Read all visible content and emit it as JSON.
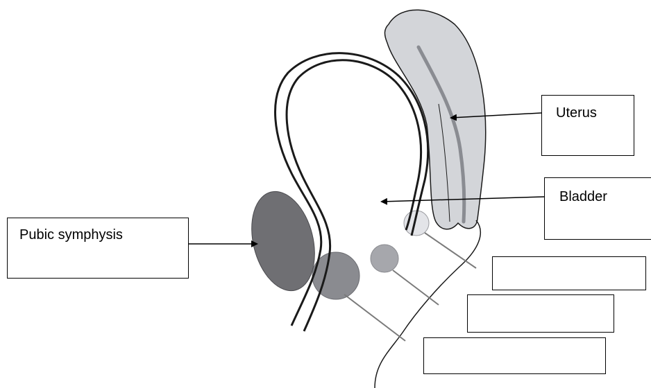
{
  "labels": {
    "uterus": "Uterus",
    "bladder": "Bladder",
    "pubic_symphysis": "Pubic symphysis",
    "blank_1": "",
    "blank_2": "",
    "blank_3": ""
  },
  "colors": {
    "uterus_fill": "#d3d5d9",
    "pubic_fill": "#6f6f73",
    "urethra_ring": "#8a8b90",
    "vagina_ring": "#a6a7ac",
    "rectum_ring": "#e3e4e8",
    "outline": "#1a1a1a"
  }
}
